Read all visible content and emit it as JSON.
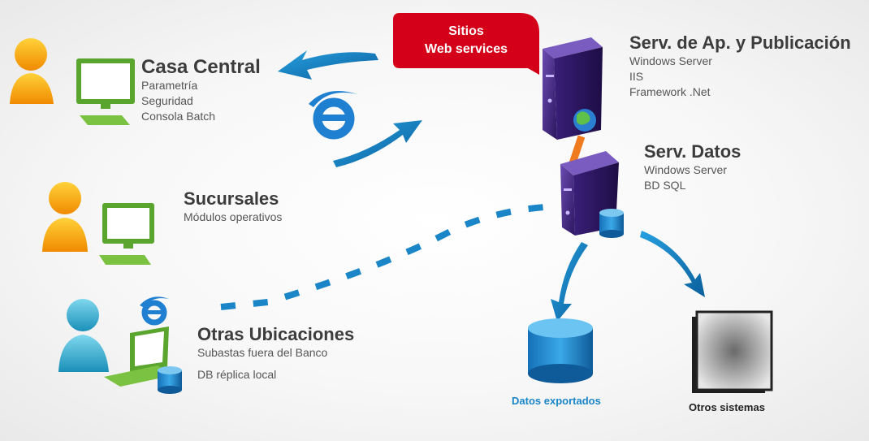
{
  "nodes": {
    "casa_central": {
      "title": "Casa Central",
      "lines": [
        "Parametría",
        "Seguridad",
        "Consola Batch"
      ]
    },
    "sucursales": {
      "title": "Sucursales",
      "lines": [
        "Módulos operativos"
      ]
    },
    "otras_ubicaciones": {
      "title": "Otras Ubicaciones",
      "lines": [
        "Subastas fuera del Banco",
        "DB réplica local"
      ]
    },
    "serv_ap": {
      "title": "Serv. de Ap. y Publicación",
      "lines": [
        "Windows Server",
        "IIS",
        "Framework .Net"
      ]
    },
    "serv_datos": {
      "title": "Serv. Datos",
      "lines": [
        "Windows Server",
        "BD SQL"
      ]
    }
  },
  "bubble": {
    "line1": "Sitios",
    "line2": "Web services",
    "color": "#d40019"
  },
  "outputs": {
    "datos_exportados": {
      "label": "Datos exportados",
      "color": "#1a86c8"
    },
    "otros_sistemas": {
      "label": "Otros sistemas",
      "color": "#222222"
    }
  },
  "colors": {
    "arrow_blue": "#1487c9",
    "server_purple": "#4a2a8a",
    "connector_orange": "#f07a1e",
    "monitor_green": "#7cc242",
    "user_orange": "#f5a000",
    "user_teal": "#2aa7c9"
  },
  "icons": [
    "user-icon",
    "monitor-icon",
    "laptop-icon",
    "server-icon",
    "database-icon",
    "ie-icon",
    "globe-icon",
    "document-stack-icon",
    "arrow-icon"
  ]
}
